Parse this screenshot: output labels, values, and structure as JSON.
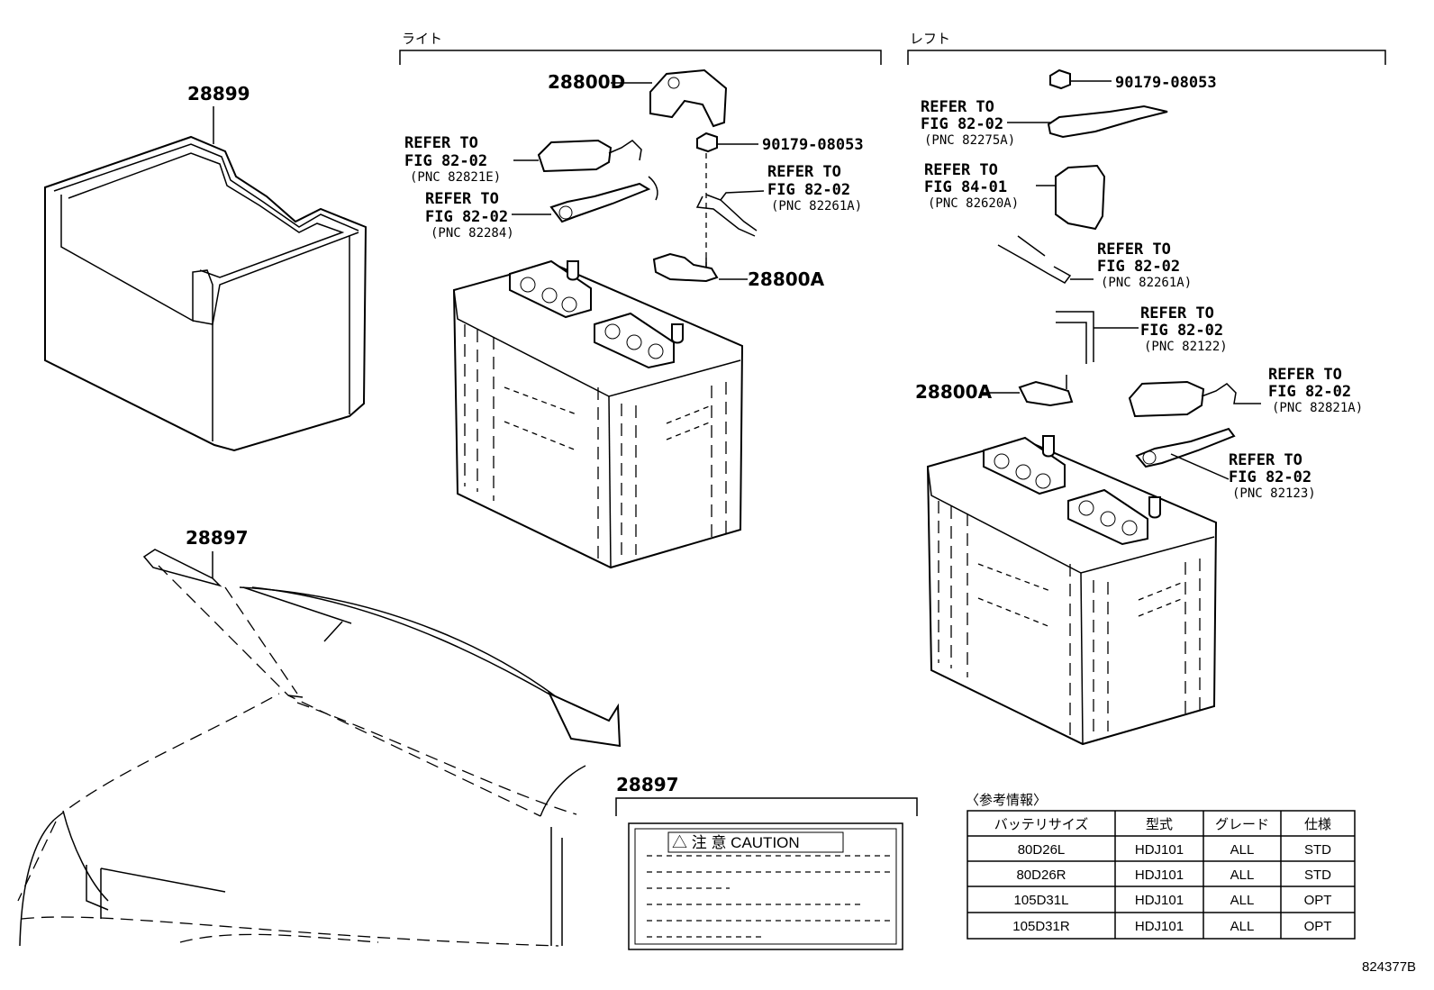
{
  "sections": {
    "right": "ライト",
    "left": "レフト"
  },
  "part_numbers": {
    "tray": "28899",
    "label_top": "28897",
    "label_box": "28897",
    "terminal_cover": "28800D",
    "terminal_right": "28800A",
    "terminal_left": "28800A",
    "nut_right": "90179-08053",
    "nut_left": "90179-08053"
  },
  "references": [
    {
      "l1": "REFER TO",
      "l2": "FIG 82-02",
      "pnc": "(PNC 82821E)"
    },
    {
      "l1": "REFER TO",
      "l2": "FIG 82-02",
      "pnc": "(PNC 82284)"
    },
    {
      "l1": "REFER TO",
      "l2": "FIG 82-02",
      "pnc": "(PNC 82261A)"
    },
    {
      "l1": "REFER TO",
      "l2": "FIG 82-02",
      "pnc": "(PNC 82275A)"
    },
    {
      "l1": "REFER TO",
      "l2": "FIG 84-01",
      "pnc": "(PNC 82620A)"
    },
    {
      "l1": "REFER TO",
      "l2": "FIG 82-02",
      "pnc": "(PNC 82261A)"
    },
    {
      "l1": "REFER TO",
      "l2": "FIG 82-02",
      "pnc": "(PNC 82122)"
    },
    {
      "l1": "REFER TO",
      "l2": "FIG 82-02",
      "pnc": "(PNC 82821A)"
    },
    {
      "l1": "REFER TO",
      "l2": "FIG 82-02",
      "pnc": "(PNC 82123)"
    }
  ],
  "caution_label": {
    "title": "△ 注 意 CAUTION"
  },
  "reference_table": {
    "caption": "〈参考情報〉",
    "headers": [
      "バッテリサイズ",
      "型式",
      "グレード",
      "仕様"
    ],
    "rows": [
      [
        "80D26L",
        "HDJ101",
        "ALL",
        "STD"
      ],
      [
        "80D26R",
        "HDJ101",
        "ALL",
        "STD"
      ],
      [
        "105D31L",
        "HDJ101",
        "ALL",
        "OPT"
      ],
      [
        "105D31R",
        "HDJ101",
        "ALL",
        "OPT"
      ]
    ]
  },
  "figure_code": "824377B"
}
